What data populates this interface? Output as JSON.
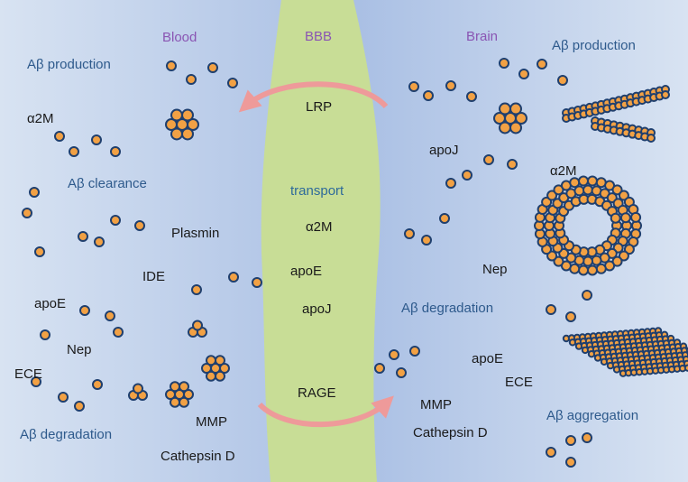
{
  "colors": {
    "background": "#d6e2f2",
    "barrier": "#c8dd96",
    "particle_fill": "#f2a144",
    "particle_stroke": "#1f3f6e",
    "arrow": "#ee9a9a",
    "region_label": "#8a55b3",
    "process_label": "#2e5a8c"
  },
  "regions": {
    "blood": "Blood",
    "bbb": "BBB",
    "brain": "Brain"
  },
  "blood_side": {
    "production": "Aβ production",
    "a2m": "α2M",
    "clearance": "Aβ clearance",
    "plasmin": "Plasmin",
    "ide": "IDE",
    "apoe": "apoE",
    "nep": "Nep",
    "ece": "ECE",
    "degradation": "Aβ degradation",
    "mmp": "MMP",
    "cathepsin": "Cathepsin D"
  },
  "barrier_side": {
    "lrp": "LRP",
    "transport": "transport",
    "a2m": "α2M",
    "apoe": "apoE",
    "apoj": "apoJ",
    "rage": "RAGE"
  },
  "brain_side": {
    "production": "Aβ production",
    "apoj": "apoJ",
    "a2m": "α2M",
    "nep": "Nep",
    "degradation": "Aβ degradation",
    "apoe": "apoE",
    "ece": "ECE",
    "mmp": "MMP",
    "cathepsin": "Cathepsin D",
    "aggregation": "Aβ aggregation"
  },
  "icons": {
    "particle": "amyloid-monomer-icon",
    "cluster": "amyloid-oligomer-icon",
    "fibril": "amyloid-fibril-icon",
    "ring": "amyloid-ring-icon",
    "sheet": "amyloid-sheet-icon",
    "transport_arrow": "curved-arrow-icon"
  }
}
